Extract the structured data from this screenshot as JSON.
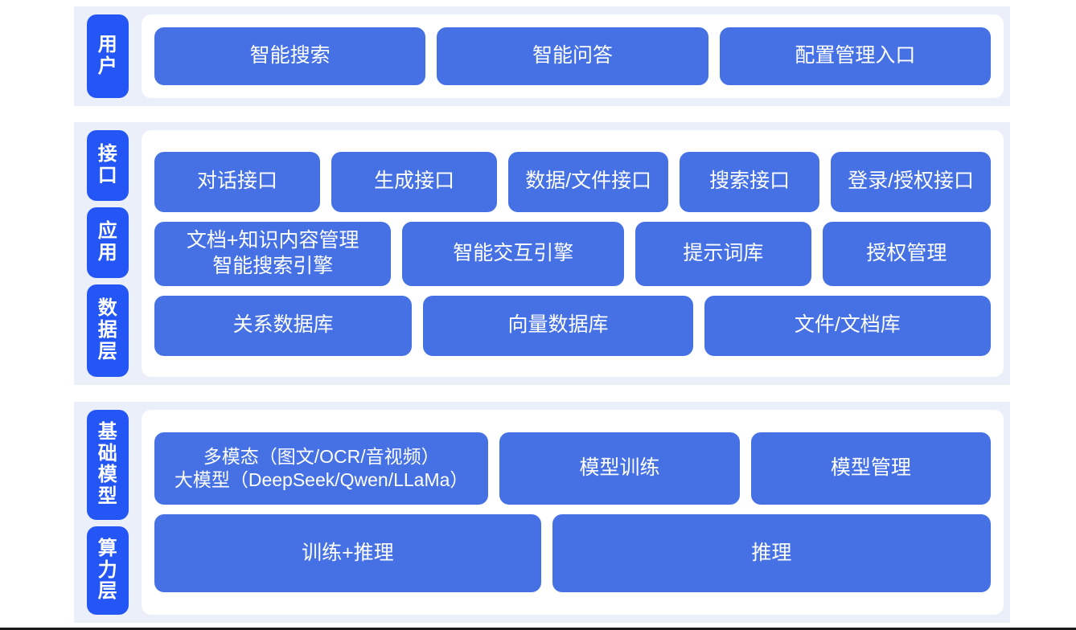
{
  "theme": {
    "page_background": "#ffffff",
    "band_background": "#eaeff9",
    "tab_color": "#2456f5",
    "box_color": "#4571e5",
    "card_color": "#ffffff",
    "text_color": "#ffffff"
  },
  "sections": [
    {
      "id": "user",
      "tabs": [
        {
          "label": "用户"
        }
      ],
      "rows": [
        {
          "id": "user-entries",
          "boxes": [
            {
              "label": "智能搜索",
              "flex": 1
            },
            {
              "label": "智能问答",
              "flex": 1
            },
            {
              "label": "配置管理入口",
              "flex": 1
            }
          ]
        }
      ]
    },
    {
      "id": "stack",
      "tabs": [
        {
          "label": "接口"
        },
        {
          "label": "应用"
        },
        {
          "label": "数据层"
        }
      ],
      "rows": [
        {
          "id": "interface",
          "boxes": [
            {
              "label": "对话接口",
              "flex": 1.04
            },
            {
              "label": "生成接口",
              "flex": 1.04
            },
            {
              "label": "数据/文件接口",
              "flex": 1.0
            },
            {
              "label": "搜索接口",
              "flex": 0.86
            },
            {
              "label": "登录/授权接口",
              "flex": 1.0
            }
          ]
        },
        {
          "id": "application",
          "boxes": [
            {
              "label": "文档+知识内容管理\n智能搜索引擎",
              "flex": 1.45
            },
            {
              "label": "智能交互引擎",
              "flex": 1.35
            },
            {
              "label": "提示词库",
              "flex": 1.05
            },
            {
              "label": "授权管理",
              "flex": 1.0
            }
          ]
        },
        {
          "id": "data",
          "boxes": [
            {
              "label": "关系数据库",
              "flex": 1.0
            },
            {
              "label": "向量数据库",
              "flex": 1.05
            },
            {
              "label": "文件/文档库",
              "flex": 1.12
            }
          ]
        }
      ]
    },
    {
      "id": "infra",
      "tabs": [
        {
          "label": "基础模型"
        },
        {
          "label": "算力层"
        }
      ],
      "rows": [
        {
          "id": "model",
          "boxes": [
            {
              "label": "多模态（图文/OCR/音视频）\n大模型（DeepSeek/Qwen/LLaMa）",
              "flex": 1.42
            },
            {
              "label": "模型训练",
              "flex": 1.0
            },
            {
              "label": "模型管理",
              "flex": 1.0
            }
          ]
        },
        {
          "id": "compute",
          "boxes": [
            {
              "label": "训练+推理",
              "flex": 1.0
            },
            {
              "label": "推理",
              "flex": 1.14
            }
          ]
        }
      ]
    }
  ]
}
